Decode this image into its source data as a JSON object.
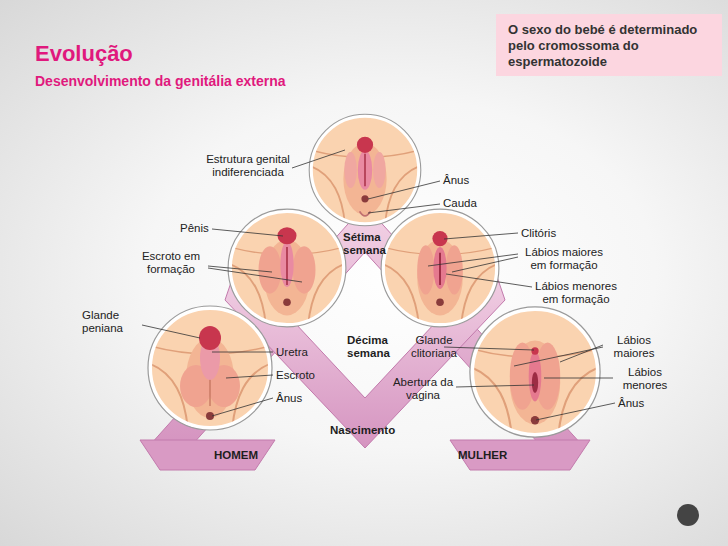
{
  "diagram": {
    "title": "Evolução",
    "nodes": [
      {
        "text": [
          "O sexo do bebé é determinado pelo cromossoma do espermatozoide"
        ]
      }
    ],
    "labels": [
      "Desenvolvimento da genitália externa",
      "Estrutura genital indiferenciada",
      "Ânus",
      "Cauda",
      "Pênis",
      "Escroto em formação",
      "Sétima semana",
      "Clitóris",
      "Lábios maiores em formação",
      "Lábios menores em formação",
      "Glande peniana",
      "Uretra",
      "Escroto",
      "Ânus",
      "Décima semana",
      "Glande clitoriana",
      "Abertura da vagina",
      "Lábios maiores",
      "Lábios menores",
      "Ânus",
      "Nascimento",
      "HOMEM",
      "MULHER"
    ]
  }
}
